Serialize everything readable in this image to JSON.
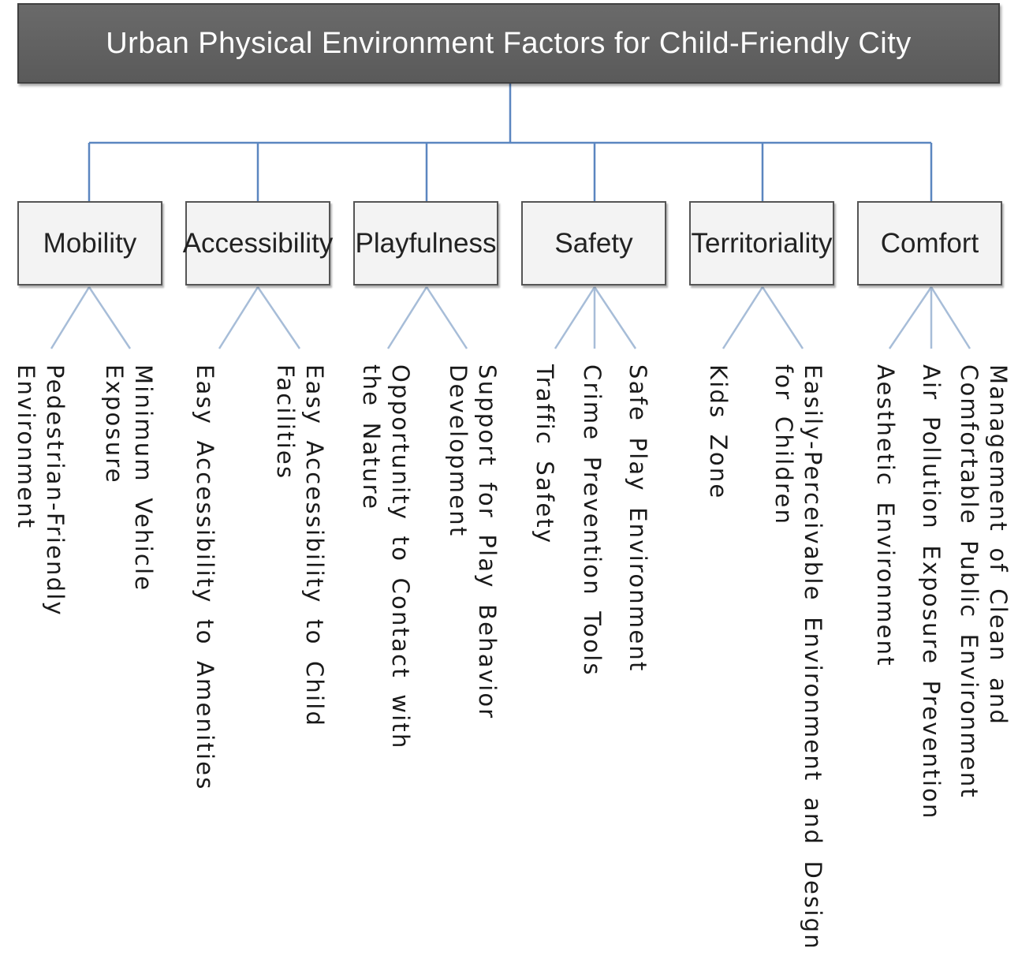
{
  "title": "Urban Physical Environment Factors for Child-Friendly City",
  "categories": [
    {
      "label": "Mobility",
      "items": [
        [
          "Minimum Vehicle",
          "Exposure"
        ],
        [
          "Pedestrian-Friendly",
          "Environment"
        ]
      ]
    },
    {
      "label": "Accessibility",
      "items": [
        [
          "Easy Accessibility to Child",
          "Facilities"
        ],
        [
          "Easy Accessibility to Amenities"
        ]
      ]
    },
    {
      "label": "Playfulness",
      "items": [
        [
          "Support for Play Behavior",
          "Development"
        ],
        [
          "Opportunity to Contact with",
          "the Nature"
        ]
      ]
    },
    {
      "label": "Safety",
      "items": [
        [
          "Safe Play Environment"
        ],
        [
          "Crime Prevention Tools"
        ],
        [
          "Traffic Safety"
        ]
      ]
    },
    {
      "label": "Territoriality",
      "items": [
        [
          "Easily-Perceivable Environment and Design",
          "for Children"
        ],
        [
          "Kids Zone"
        ]
      ]
    },
    {
      "label": "Comfort",
      "items": [
        [
          "Management of Clean and",
          "Comfortable Public Environment"
        ],
        [
          "Air Pollution Exposure Prevention"
        ],
        [
          "Aesthetic Environment"
        ]
      ]
    }
  ],
  "colors": {
    "title_bg": "#5f5f5f",
    "title_text": "#ffffff",
    "box_bg": "#f3f3f3",
    "connector": "#5b86c0",
    "leaf_connector": "#a7bdd8"
  }
}
